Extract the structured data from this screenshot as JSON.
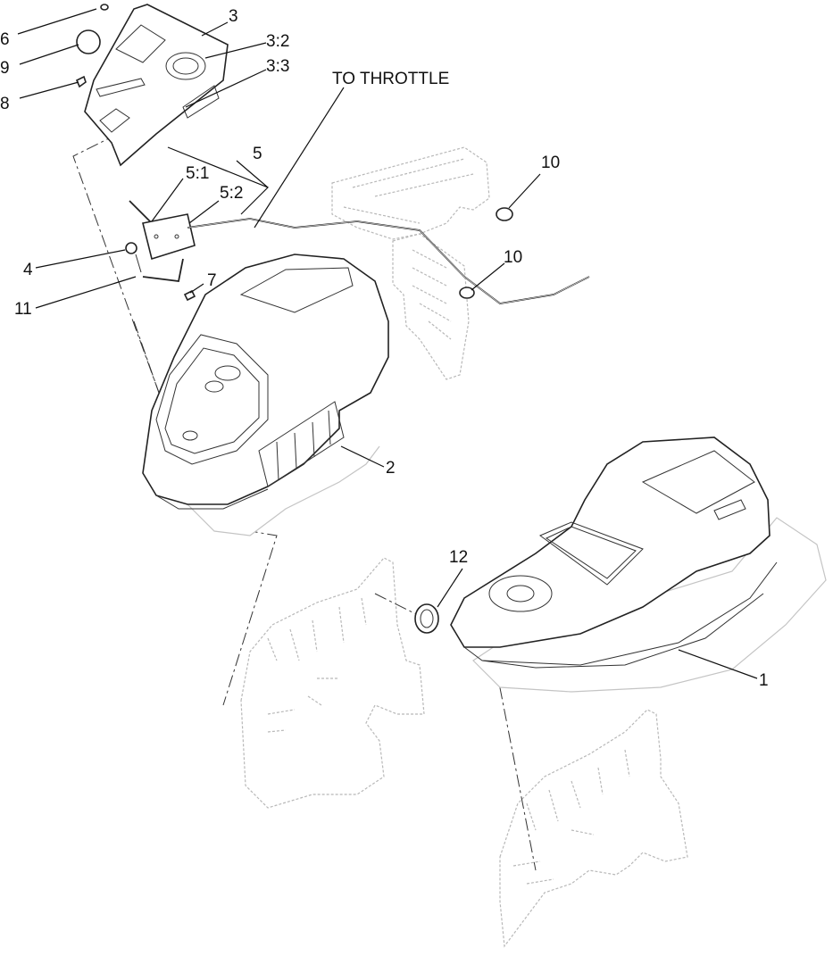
{
  "labels": {
    "p1": "1",
    "p2": "2",
    "p3": "3",
    "p3_2": "3:2",
    "p3_3": "3:3",
    "p4": "4",
    "p5": "5",
    "p5_1": "5:1",
    "p5_2": "5:2",
    "p6": "6",
    "p7": "7",
    "p8": "8",
    "p9": "9",
    "p10a": "10",
    "p10b": "10",
    "p11": "11",
    "p12": "12",
    "throttle": "TO THROTTLE"
  }
}
